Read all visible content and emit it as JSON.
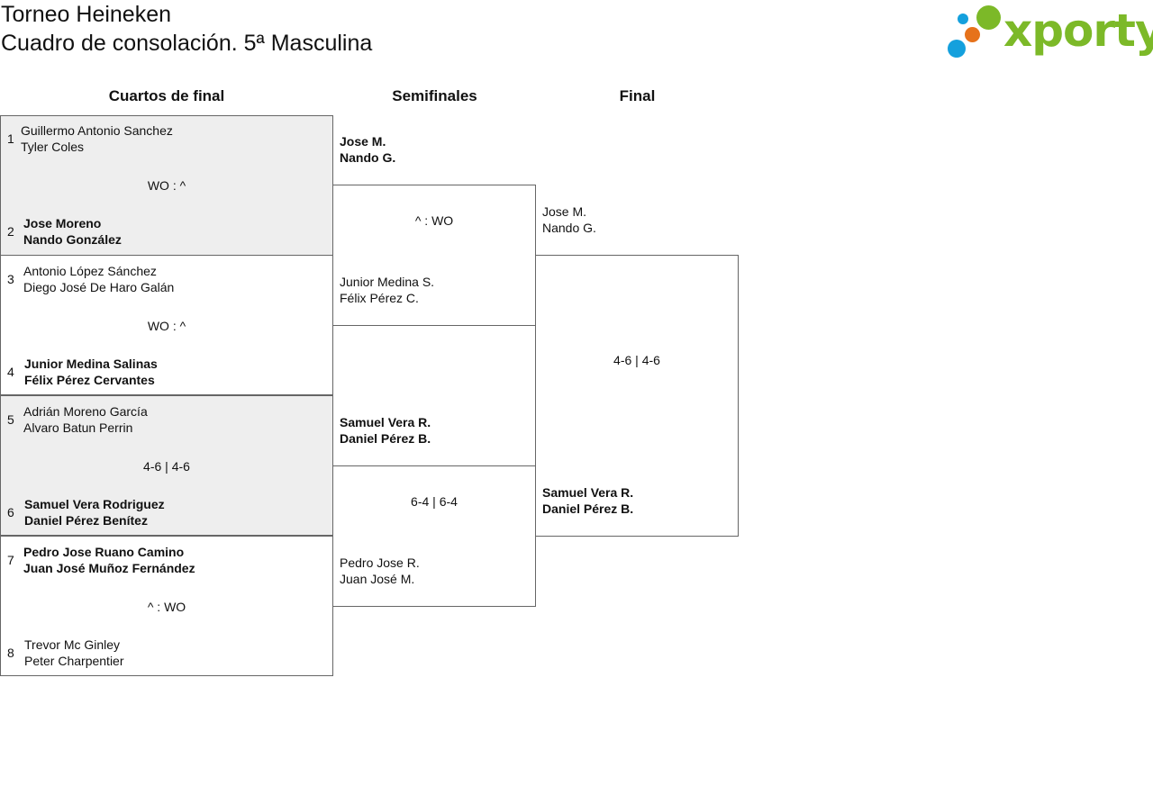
{
  "header": {
    "title_line1": "Torneo Heineken",
    "title_line2": "Cuadro de consolación. 5ª Masculina",
    "logo_text": "xporty",
    "logo_colors": {
      "green": "#7cb928",
      "blue": "#14a0dd",
      "orange": "#e6721b"
    }
  },
  "rounds": {
    "quarterfinals": "Cuartos de final",
    "semifinals": "Semifinales",
    "final": "Final"
  },
  "quarterfinals": [
    {
      "score": "WO : ^",
      "team1": {
        "seed": "1",
        "p1": "Guillermo Antonio Sanchez",
        "p2": "Tyler Coles"
      },
      "team2": {
        "seed": "2",
        "p1": "Jose Moreno",
        "p2": "Nando González"
      }
    },
    {
      "score": "WO : ^",
      "team1": {
        "seed": "3",
        "p1": "Antonio López Sánchez",
        "p2": "Diego José De Haro Galán"
      },
      "team2": {
        "seed": "4",
        "p1": "Junior Medina Salinas",
        "p2": "Félix Pérez Cervantes"
      }
    },
    {
      "score": "4-6 | 4-6",
      "team1": {
        "seed": "5",
        "p1": "Adrián Moreno García",
        "p2": "Alvaro Batun Perrin"
      },
      "team2": {
        "seed": "6",
        "p1": "Samuel Vera Rodriguez",
        "p2": "Daniel Pérez Benítez"
      }
    },
    {
      "score": "^ : WO",
      "team1": {
        "seed": "7",
        "p1": "Pedro Jose Ruano Camino",
        "p2": "Juan José Muñoz Fernández"
      },
      "team2": {
        "seed": "8",
        "p1": "Trevor Mc Ginley",
        "p2": "Peter Charpentier"
      }
    }
  ],
  "semifinals": [
    {
      "score": "^ : WO",
      "team1": {
        "p1": "Jose M.",
        "p2": "Nando G."
      },
      "team2": {
        "p1": "Junior Medina S.",
        "p2": "Félix Pérez C."
      }
    },
    {
      "score": "6-4 | 6-4",
      "team1": {
        "p1": "Samuel Vera R.",
        "p2": "Daniel Pérez B."
      },
      "team2": {
        "p1": "Pedro Jose R.",
        "p2": "Juan José M."
      }
    }
  ],
  "final": {
    "score": "4-6 | 4-6",
    "team1": {
      "p1": "Jose M.",
      "p2": "Nando G."
    },
    "team2": {
      "p1": "Samuel Vera R.",
      "p2": "Daniel Pérez B."
    }
  }
}
